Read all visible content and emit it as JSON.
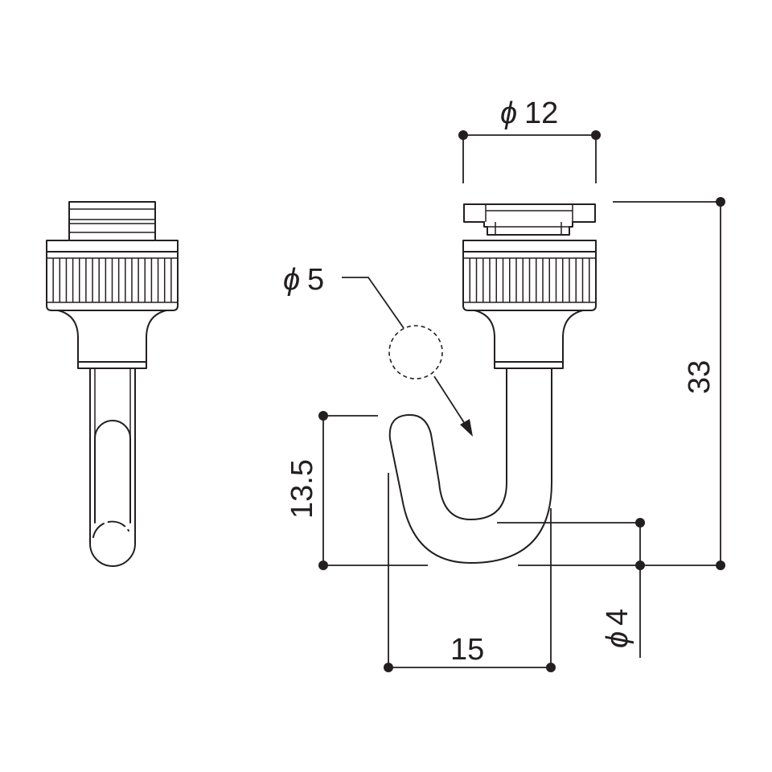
{
  "dimensions": {
    "top_diameter": {
      "symbol": "ϕ",
      "value": "12"
    },
    "hook_diameter": {
      "symbol": "ϕ",
      "value": "5"
    },
    "total_height": {
      "value": "33"
    },
    "hook_height": {
      "value": "13.5"
    },
    "hook_width": {
      "value": "15"
    },
    "wire_diameter": {
      "symbol": "ϕ",
      "value": "4"
    }
  }
}
